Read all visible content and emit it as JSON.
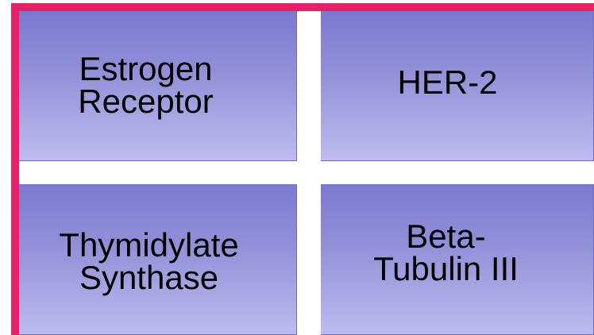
{
  "tiles": [
    {
      "label": "Estrogen\nReceptor"
    },
    {
      "label": "HER-2"
    },
    {
      "label": "Thymidylate\nSynthase"
    },
    {
      "label": "Beta-\nTubulin III"
    }
  ],
  "colors": {
    "border": "#e8206a",
    "tile_top": "#7b78d0",
    "tile_bottom": "#bdbbee",
    "background": "#ffffff"
  }
}
